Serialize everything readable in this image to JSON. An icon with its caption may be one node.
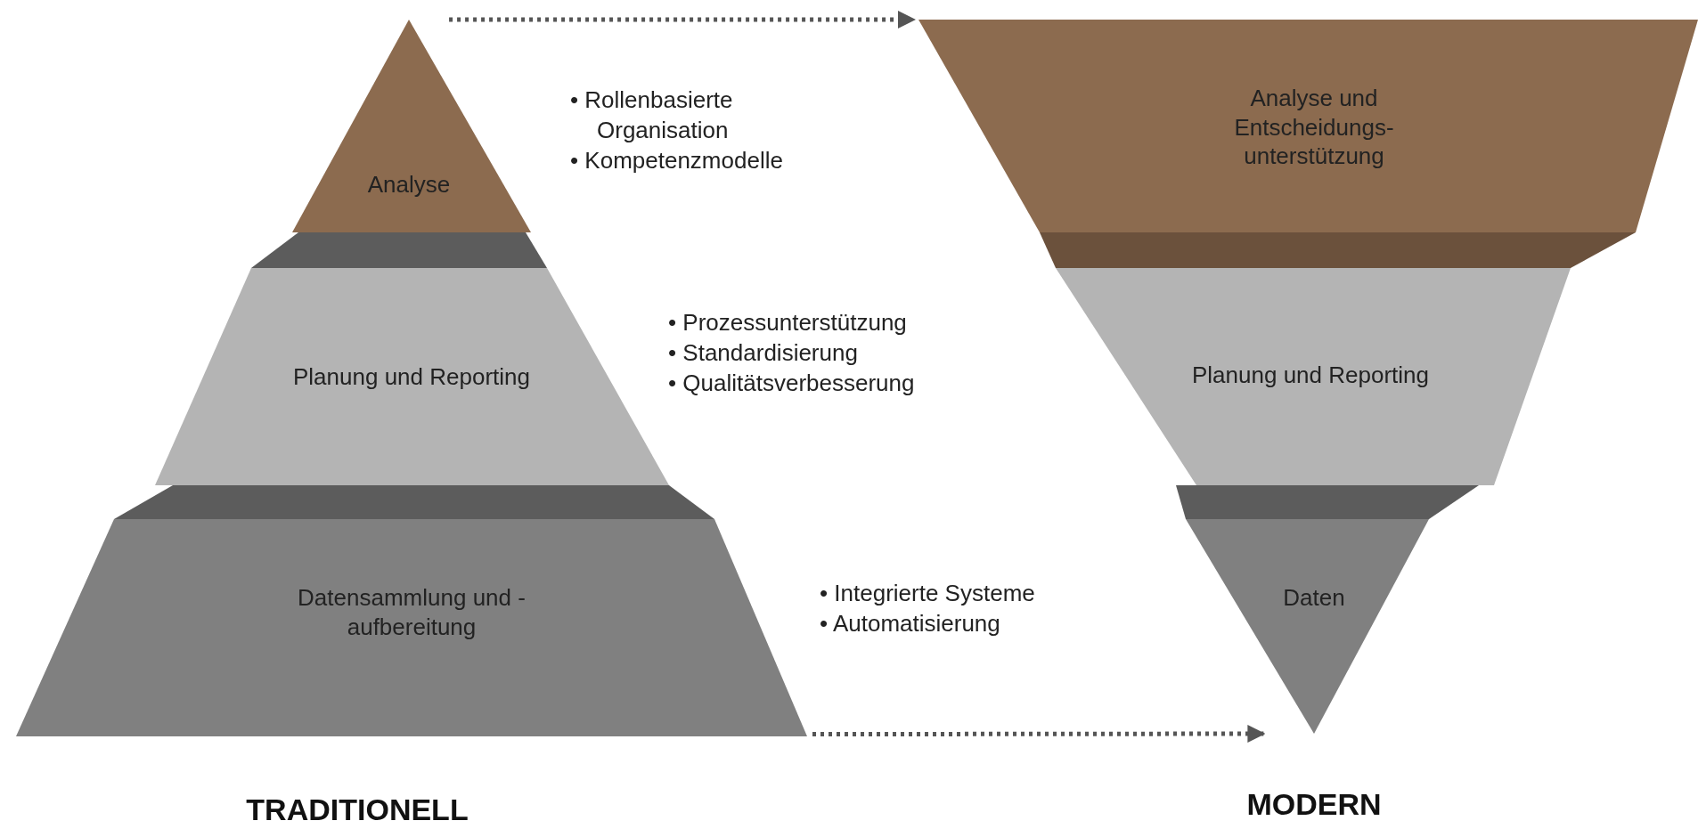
{
  "diagram": {
    "nodes": [
      {
        "text": [
          "Analyse"
        ]
      },
      {
        "text": [],
        "shape": "band"
      },
      {
        "text": [
          "Planung und Reporting"
        ]
      },
      {
        "text": [],
        "shape": "band"
      },
      {
        "text": [
          "Datensammlung und - aufbereitung"
        ]
      },
      {
        "text": [
          "Analyse und Entscheidungs- unterstützung"
        ]
      },
      {
        "text": [],
        "shape": "band"
      },
      {
        "text": [
          "Planung und Reporting"
        ]
      },
      {
        "text": [],
        "shape": "band"
      },
      {
        "text": [
          "Daten"
        ]
      }
    ],
    "edges": [
      {
        "from": 0,
        "to": 5,
        "arrow": "to",
        "style": "dashed"
      },
      {
        "from": 4,
        "to": 9,
        "arrow": "to",
        "style": "dashed"
      }
    ],
    "labels": [
      "• Rollenbasierte Organisation",
      "• Kompetenzmodelle",
      "• Prozessunterstützung",
      "• Standardisierung",
      "• Qualitätsverbesserung",
      "• Integrierte Systeme",
      "• Automatisierung",
      "TRADITIONELL",
      "MODERN"
    ]
  }
}
